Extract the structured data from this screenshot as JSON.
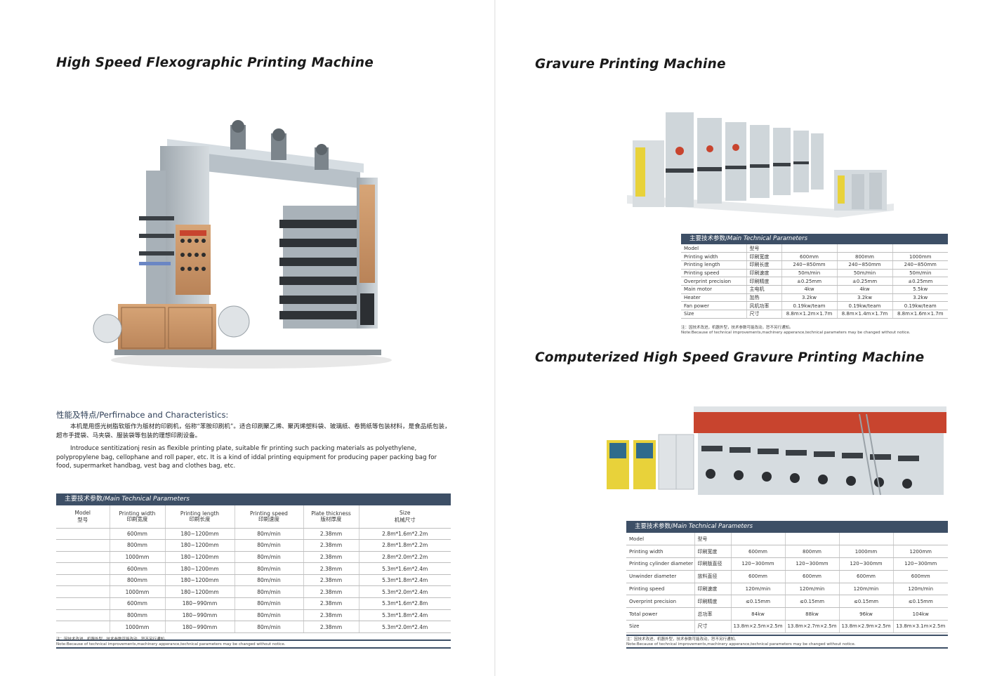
{
  "left": {
    "title": "High Speed Flexographic Printing Machine",
    "section_heading": "性能及特点/Perfirnabce and Characteristics:",
    "para_cn": "本机是用感光树脂软版作为版材的印刷机，俗称“苯胺印刷机”。适合印刷聚乙烯、聚丙烯塑料袋、玻璃纸、卷筒纸等包装材料，是食品纸包装，超市手提袋、马夹袋、服装袋等包装的理想印刷设备。",
    "para_en": "Introduce sentitizationj resin as flexible printing plate, suitable fir printing such packing materials as polyethylene, polypropylene bag, cellophane and roll paper, etc. It is a kind of iddal printing equipment for producing paper packing bag for food, supermarket handbag, vest bag and clothes bag, etc.",
    "table": {
      "title_cn": "主要技术参数/",
      "title_en": "Main Technical Parameters",
      "headers": [
        {
          "en": "Model",
          "cn": "型号"
        },
        {
          "en": "Printing width",
          "cn": "印刷宽度"
        },
        {
          "en": "Printing length",
          "cn": "印刷长度"
        },
        {
          "en": "Printing speed",
          "cn": "印刷速度"
        },
        {
          "en": "Plate thickness",
          "cn": "版材厚度"
        },
        {
          "en": "Size",
          "cn": "机械尺寸"
        }
      ],
      "rows": [
        [
          "",
          "600mm",
          "180~1200mm",
          "80m/min",
          "2.38mm",
          "2.8m*1.6m*2.2m"
        ],
        [
          "",
          "800mm",
          "180~1200mm",
          "80m/min",
          "2.38mm",
          "2.8m*1.8m*2.2m"
        ],
        [
          "",
          "1000mm",
          "180~1200mm",
          "80m/min",
          "2.38mm",
          "2.8m*2.0m*2.2m"
        ],
        [
          "",
          "600mm",
          "180~1200mm",
          "80m/min",
          "2.38mm",
          "5.3m*1.6m*2.4m"
        ],
        [
          "",
          "800mm",
          "180~1200mm",
          "80m/min",
          "2.38mm",
          "5.3m*1.8m*2.4m"
        ],
        [
          "",
          "1000mm",
          "180~1200mm",
          "80m/min",
          "2.38mm",
          "5.3m*2.0m*2.4m"
        ],
        [
          "",
          "600mm",
          "180~990mm",
          "80m/min",
          "2.38mm",
          "5.3m*1.6m*2.8m"
        ],
        [
          "",
          "800mm",
          "180~990mm",
          "80m/min",
          "2.38mm",
          "5.3m*1.8m*2.4m"
        ],
        [
          "",
          "1000mm",
          "180~990mm",
          "80m/min",
          "2.38mm",
          "5.3m*2.0m*2.4m"
        ]
      ],
      "note_cn": "注：因技术改进，机器外型，技术参数可能改动，恕不另行通知。",
      "note_en": "Note:Because of technical improvements,machinery apperance,technical parameters may be changed without notice."
    }
  },
  "gravure": {
    "title": "Gravure Printing Machine",
    "table": {
      "title_cn": "主要技术参数/",
      "title_en": "Main Technical Parameters",
      "rows": [
        [
          "Model",
          "型号",
          "",
          "",
          ""
        ],
        [
          "Printing width",
          "印刷宽度",
          "600mm",
          "800mm",
          "1000mm"
        ],
        [
          "Printing length",
          "印刷长度",
          "240~850mm",
          "240~850mm",
          "240~850mm"
        ],
        [
          "Printing speed",
          "印刷速度",
          "50m/min",
          "50m/min",
          "50m/min"
        ],
        [
          "Overprint precision",
          "印刷精度",
          "±0.25mm",
          "±0.25mm",
          "±0.25mm"
        ],
        [
          "Main motor",
          "主电机",
          "4kw",
          "4kw",
          "5.5kw"
        ],
        [
          "Heater",
          "加热",
          "3.2kw",
          "3.2kw",
          "3.2kw"
        ],
        [
          "Fan power",
          "风机功率",
          "0.19kw/team",
          "0.19kw/team",
          "0.19kw/team"
        ],
        [
          "Size",
          "尺寸",
          "8.8m×1.2m×1.7m",
          "8.8m×1.4m×1.7m",
          "8.8m×1.6m×1.7m"
        ]
      ],
      "note_cn": "注：因技术改进，机器外型，技术参数可能改动，恕不另行通知。",
      "note_en": "Note:Because of technical improvements,machinery apperance,technical parameters may be changed without notice."
    }
  },
  "computerized": {
    "title": "Computerized High Speed Gravure Printing Machine",
    "table": {
      "title_cn": "主要技术参数/",
      "title_en": "Main Technical Parameters",
      "rows": [
        [
          "Model",
          "型号",
          "",
          "",
          "",
          ""
        ],
        [
          "Printing width",
          "印刷宽度",
          "600mm",
          "800mm",
          "1000mm",
          "1200mm"
        ],
        [
          "Printing cylinder diameter",
          "印刷版直径",
          "120~300mm",
          "120~300mm",
          "120~300mm",
          "120~300mm"
        ],
        [
          "Unwinder diameter",
          "放料直径",
          "600mm",
          "600mm",
          "600mm",
          "600mm"
        ],
        [
          "Printing speed",
          "印刷速度",
          "120m/min",
          "120m/min",
          "120m/min",
          "120m/min"
        ],
        [
          "Overprint precision",
          "印刷精度",
          "≤0.15mm",
          "≤0.15mm",
          "≤0.15mm",
          "≤0.15mm"
        ],
        [
          "Total power",
          "总功率",
          "84kw",
          "88kw",
          "96kw",
          "104kw"
        ],
        [
          "Size",
          "尺寸",
          "13.8m×2.5m×2.5m",
          "13.8m×2.7m×2.5m",
          "13.8m×2.9m×2.5m",
          "13.8m×3.1m×2.5m"
        ]
      ],
      "note_cn": "注：因技术改进，机器外型，技术参数可能改动，恕不另行通知。",
      "note_en": "Note:Because of technical improvements,machinery apperance,technical parameters may be changed without notice."
    }
  },
  "colors": {
    "table_header": "#3d4f66",
    "machine_panel": "#c9956a",
    "machine_frame": "#c4ccd2",
    "accent_yellow": "#e8d23a",
    "accent_red": "#c8442e"
  }
}
